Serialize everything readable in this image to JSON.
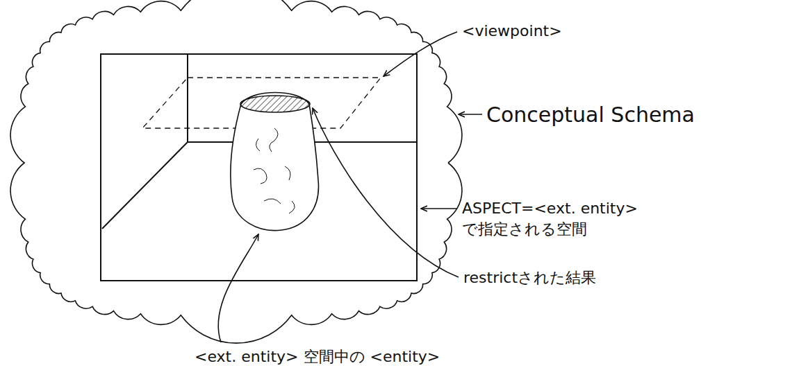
{
  "diagram": {
    "labels": [
      "<viewpoint>",
      "Conceptual Schema",
      "ASPECT=<ext. entity> で指定される空間",
      "restrictされた結果",
      "<ext. entity> 空間中の <entity>"
    ]
  }
}
